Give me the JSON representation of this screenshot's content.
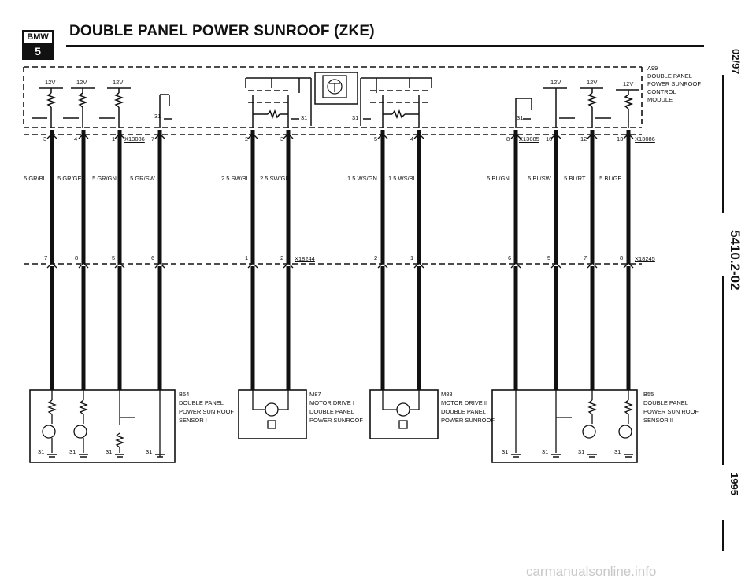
{
  "header": {
    "title": "DOUBLE PANEL POWER SUNROOF (ZKE)",
    "logo_top": "BMW",
    "logo_bottom": "5"
  },
  "side": {
    "date": "02/97",
    "code": "5410.2-02",
    "year": "1995"
  },
  "watermark": "carmanualsonline.info",
  "modules": {
    "a99": {
      "id": "A99",
      "lines": [
        "DOUBLE PANEL",
        "POWER SUNROOF",
        "CONTROL",
        "MODULE"
      ]
    },
    "b54": {
      "id": "B54",
      "lines": [
        "DOUBLE PANEL",
        "POWER SUN ROOF",
        "SENSOR I"
      ]
    },
    "m87": {
      "id": "M87",
      "lines": [
        "MOTOR DRIVE I",
        "DOUBLE PANEL",
        "POWER SUNROOF"
      ]
    },
    "m88": {
      "id": "M88",
      "lines": [
        "MOTOR DRIVE II",
        "DOUBLE PANEL",
        "POWER SUNROOF"
      ]
    },
    "b55": {
      "id": "B55",
      "lines": [
        "DOUBLE PANEL",
        "POWER SUN ROOF",
        "SENSOR II"
      ]
    }
  },
  "connectors": {
    "x13086_left": "X13086",
    "x13085": "X13085",
    "x13086_right": "X13086",
    "x18244": "X18244",
    "x18245": "X18245"
  },
  "supply": [
    "12V",
    "12V",
    "12V",
    "12V",
    "12V",
    "12V"
  ],
  "ground": "31",
  "wires": [
    ".5 GR/BL",
    ".5 GR/GE",
    ".5 GR/GN",
    ".5 GR/SW",
    "2.5 SW/BL",
    "2.5 SW/GN",
    "1.5 WS/GN",
    "1.5 WS/BL",
    ".5 BL/GN",
    ".5 BL/SW",
    ".5 BL/RT",
    ".5 BL/GE"
  ],
  "pins_top": [
    "3",
    "4",
    "1",
    "7",
    "2",
    "3",
    "5",
    "4",
    "8",
    "10",
    "12",
    "13"
  ],
  "pins_mid": [
    "7",
    "8",
    "5",
    "6",
    "1",
    "2",
    "2",
    "1",
    "6",
    "5",
    "7",
    "8"
  ]
}
